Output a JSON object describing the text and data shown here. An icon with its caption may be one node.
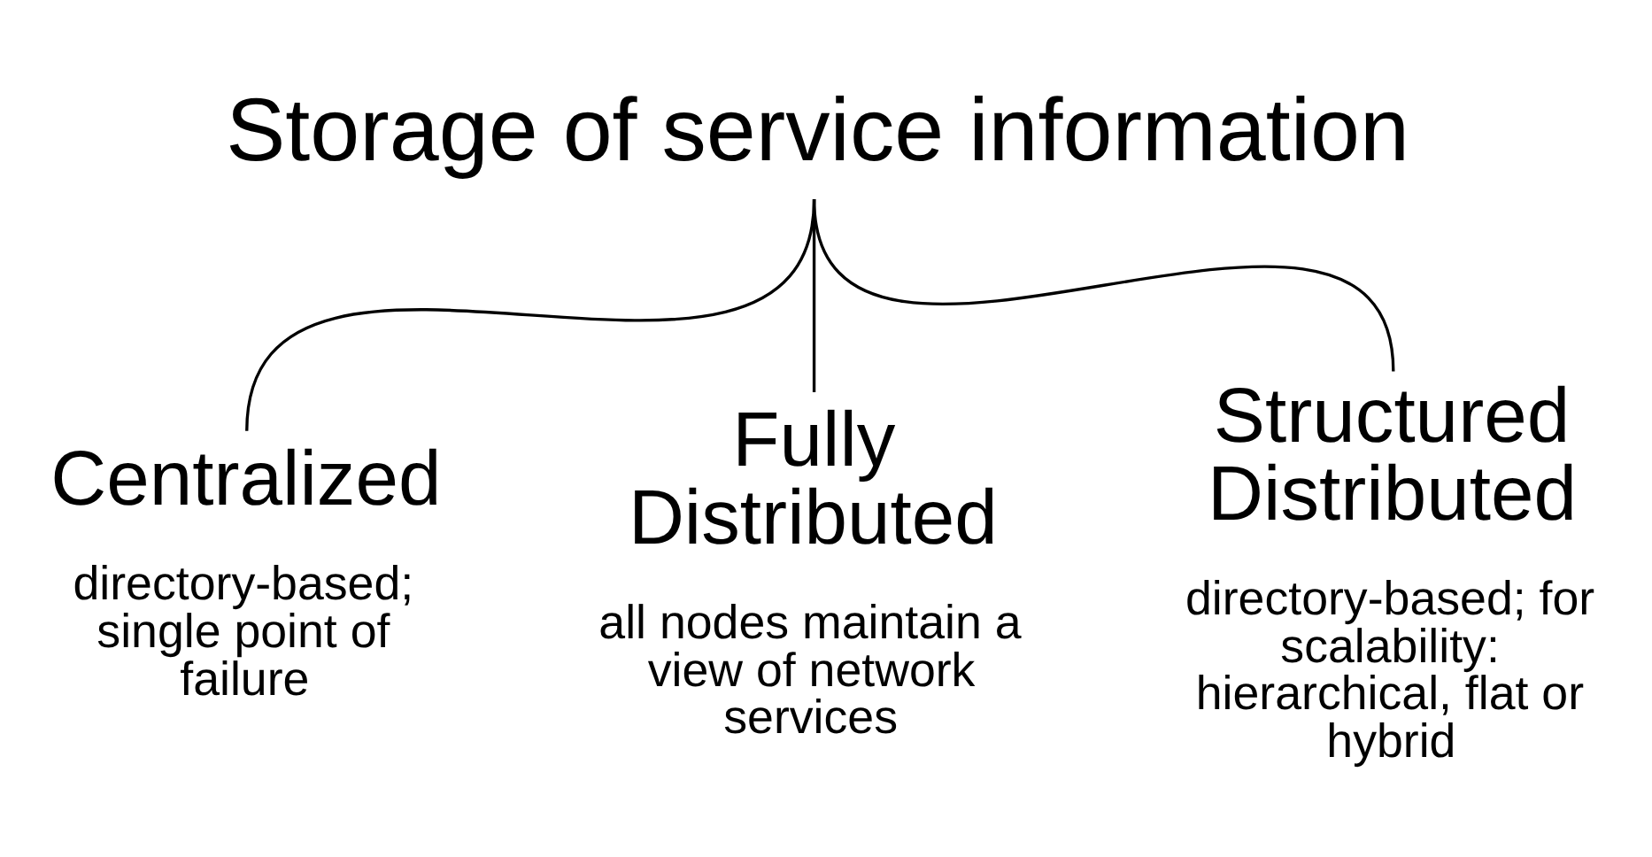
{
  "diagram": {
    "nodes": [
      {
        "text": [
          "Storage of service information"
        ]
      },
      {
        "text": [
          "Centralized",
          "directory-based; single point of failure"
        ]
      },
      {
        "text": [
          "Fully Distributed",
          "all nodes maintain a view of network services"
        ]
      },
      {
        "text": [
          "Structured Distributed",
          "directory-based; for scalability: hierarchical, flat or hybrid"
        ]
      }
    ],
    "edges": [
      {
        "from": 0,
        "to": 1,
        "arrow": "none"
      },
      {
        "from": 0,
        "to": 2,
        "arrow": "none"
      },
      {
        "from": 0,
        "to": 3,
        "arrow": "none"
      }
    ]
  }
}
